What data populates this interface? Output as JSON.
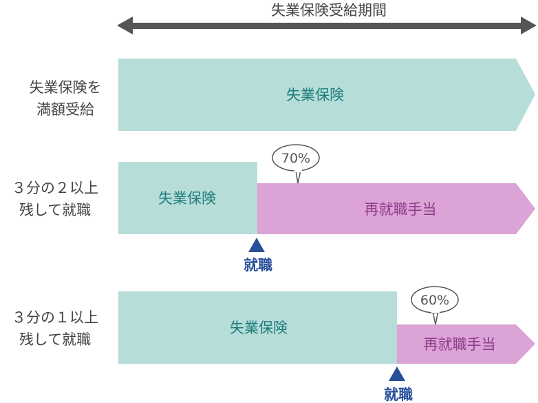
{
  "period_label": "失業保険受給期間",
  "colors": {
    "unemployment": "#b7ddd9",
    "reemployment": "#dba3d6",
    "marker": "#2a4f9a",
    "arrow": "#555555"
  },
  "rows": [
    {
      "label_lines": [
        "失業保険を",
        "満額受給"
      ],
      "unemployment": "失業保険"
    },
    {
      "label_lines": [
        "３分の２以上",
        "残して就職"
      ],
      "unemployment": "失業保険",
      "reemployment": "再就職手当",
      "rate": "70%",
      "marker": "就職"
    },
    {
      "label_lines": [
        "３分の１以上",
        "残して就職"
      ],
      "unemployment": "失業保険",
      "reemployment": "再就職手当",
      "rate": "60%",
      "marker": "就職"
    }
  ]
}
